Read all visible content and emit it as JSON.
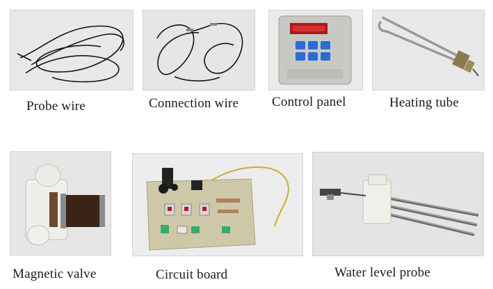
{
  "items": [
    {
      "label": "Probe wire"
    },
    {
      "label": "Connection wire"
    },
    {
      "label": "Control panel"
    },
    {
      "label": "Heating tube"
    },
    {
      "label": "Magnetic valve"
    },
    {
      "label": "Circuit board"
    },
    {
      "label": "Water level probe"
    }
  ],
  "colors": {
    "photo_background": "#e2e2e2",
    "wire": "#151515",
    "panel_body": "#c8c8c4",
    "display": "#b01818",
    "keypad": "#2d6bd0",
    "pcb": "#cfc8a8",
    "connector": "#3aa873",
    "valve_coil": "#3a2418"
  },
  "icons": [
    "probe-wire-photo",
    "connection-wire-photo",
    "control-panel-photo",
    "heating-tube-photo",
    "magnetic-valve-photo",
    "circuit-board-photo",
    "water-level-probe-photo"
  ]
}
